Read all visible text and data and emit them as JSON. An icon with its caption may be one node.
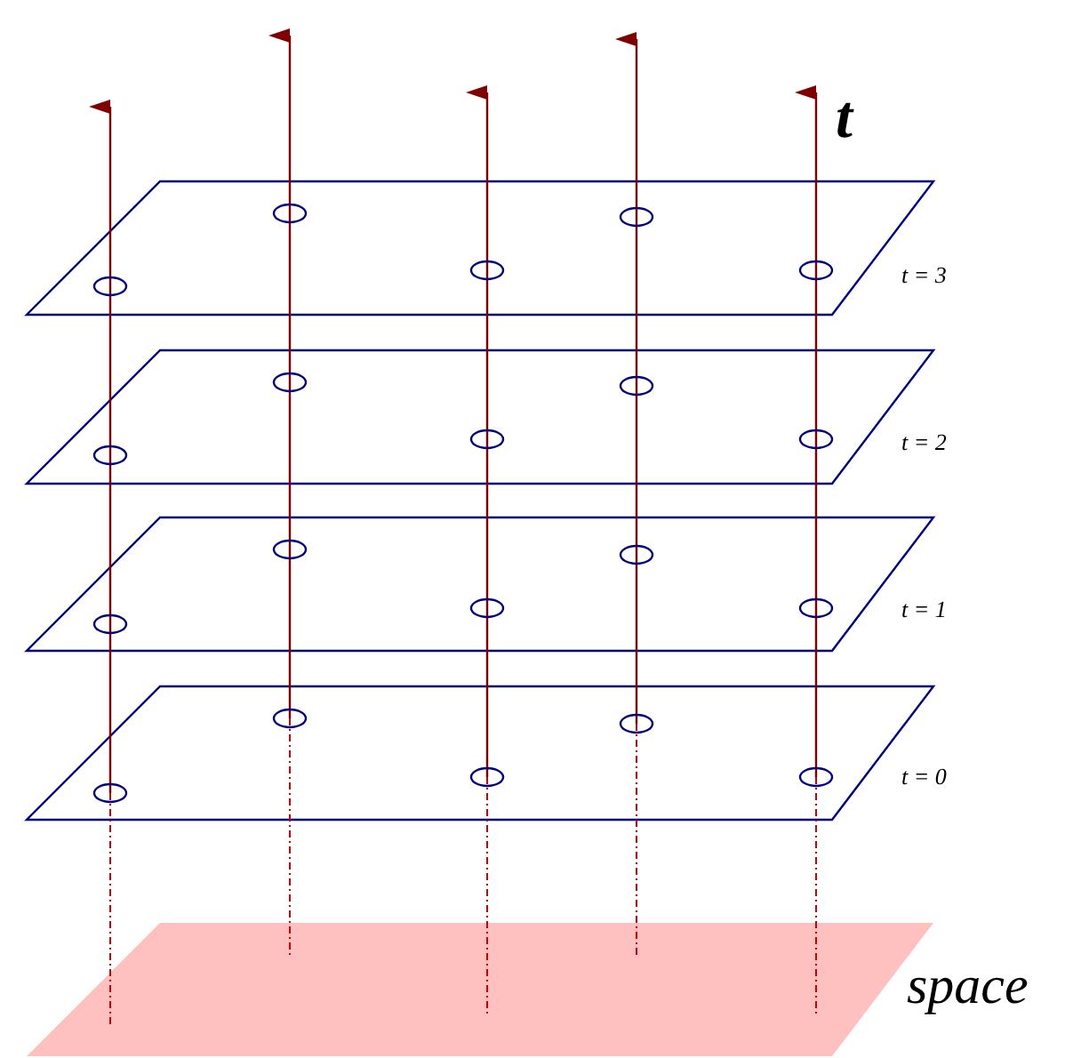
{
  "diagram": {
    "labels": [
      "t",
      "t = 3",
      "t = 2",
      "t = 1",
      "t = 0",
      "space"
    ]
  }
}
